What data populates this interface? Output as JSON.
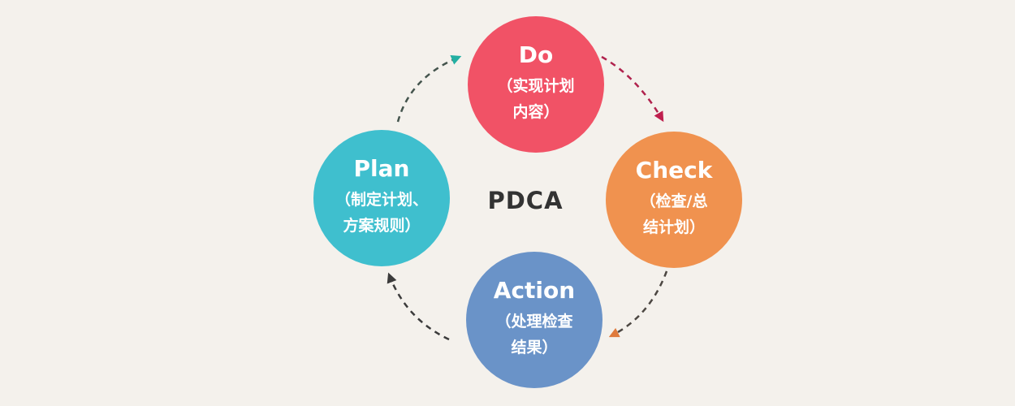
{
  "page": {
    "background_color": "#F4F1EC"
  },
  "diagram": {
    "center_label": "PDCA",
    "center_label_color": "#333333",
    "nodes": [
      {
        "id": "do",
        "title": "Do",
        "lines": [
          "（实现计划",
          "内容）"
        ],
        "color": "#F15266",
        "text_color": "#FFFFFF"
      },
      {
        "id": "check",
        "title": "Check",
        "lines": [
          "（检查/总",
          "结计划）"
        ],
        "color": "#F0924F",
        "text_color": "#FFFFFF"
      },
      {
        "id": "action",
        "title": "Action",
        "lines": [
          "（处理检查",
          "结果）"
        ],
        "color": "#6A93C8",
        "text_color": "#FFFFFF"
      },
      {
        "id": "plan",
        "title": "Plan",
        "lines": [
          "（制定计划、",
          "方案规则）"
        ],
        "color": "#3FBFCE",
        "text_color": "#FFFFFF"
      }
    ],
    "arrows": [
      {
        "from": "Plan",
        "to": "Do",
        "dash_color": "#44544D",
        "head_color": "#23AFA2"
      },
      {
        "from": "Do",
        "to": "Check",
        "dash_color": "#B0224D",
        "head_color": "#BF1F4E"
      },
      {
        "from": "Check",
        "to": "Action",
        "dash_color": "#4C4742",
        "head_color": "#DF7A3C"
      },
      {
        "from": "Action",
        "to": "Plan",
        "dash_color": "#3B3B3B",
        "head_color": "#3B3B3B"
      }
    ]
  }
}
